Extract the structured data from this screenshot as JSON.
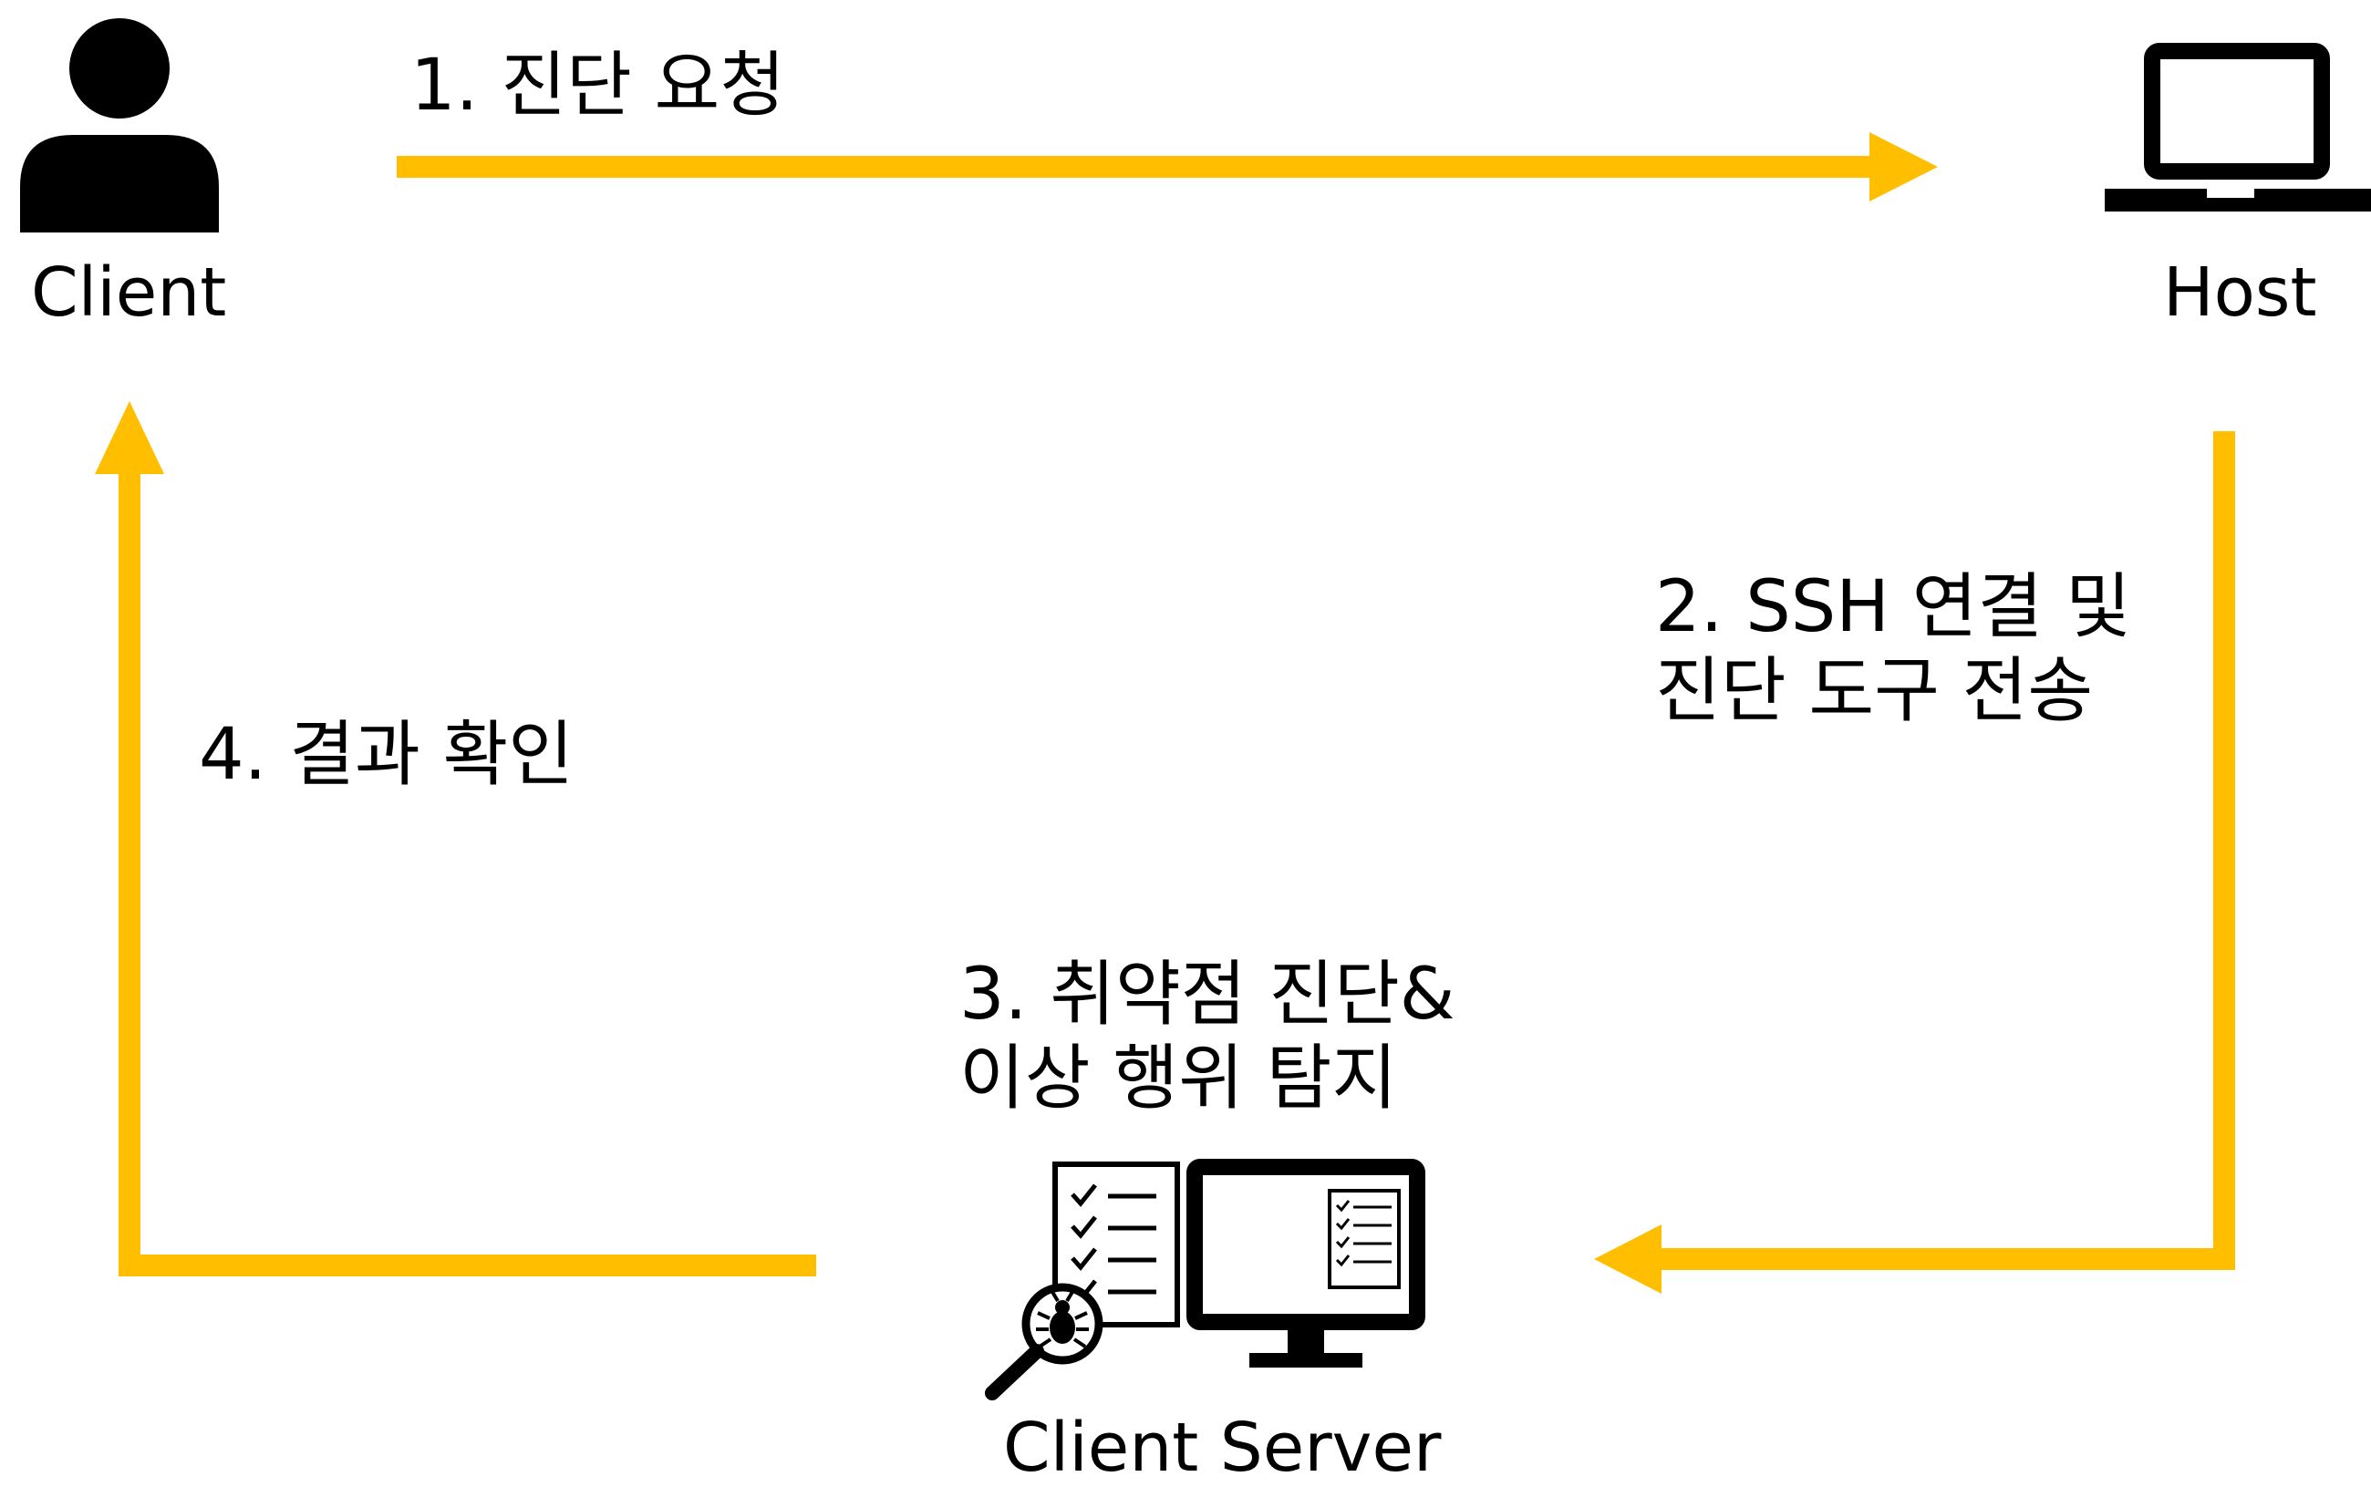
{
  "nodes": {
    "client": {
      "label": "Client",
      "icon": "person-icon"
    },
    "host": {
      "label": "Host",
      "icon": "laptop-icon"
    },
    "client_server": {
      "label": "Client Server",
      "icon": "checklist-monitor-bug-search-icon"
    }
  },
  "steps": {
    "step1": {
      "label": "1. 진단 요청"
    },
    "step2": {
      "line1": "2. SSH 연결 및",
      "line2": "진단 도구 전송"
    },
    "step3": {
      "line1": "3. 취약점 진단&",
      "line2": "이상 행위 탐지"
    },
    "step4": {
      "label": "4. 결과 확인"
    }
  },
  "colors": {
    "arrow": "#FFBF00",
    "icon": "#000000",
    "background": "#FFFFFF"
  }
}
